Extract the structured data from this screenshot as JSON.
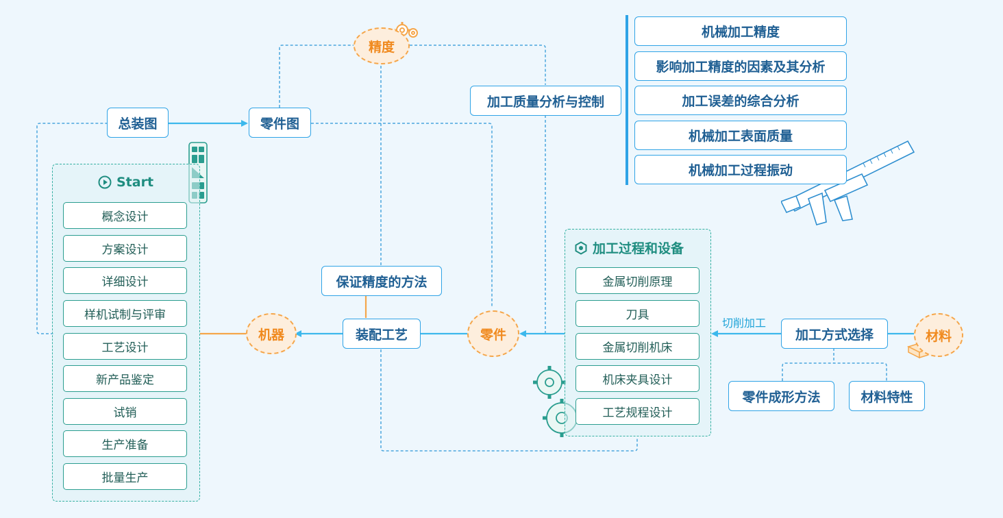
{
  "top_nodes": {
    "assembly_drawing": "总装图",
    "part_drawing": "零件图",
    "quality_control": "加工质量分析与控制",
    "accuracy_method": "保证精度的方法",
    "assembly_process": "装配工艺",
    "process_selection": "加工方式选择",
    "forming_method": "零件成形方法",
    "material_property": "材料特性"
  },
  "circles": {
    "precision": "精度",
    "machine": "机器",
    "part": "零件",
    "material": "材料"
  },
  "start_panel": {
    "title": "Start",
    "items": [
      "概念设计",
      "方案设计",
      "详细设计",
      "样机试制与评审",
      "工艺设计",
      "新产品鉴定",
      "试销",
      "生产准备",
      "批量生产"
    ]
  },
  "process_panel": {
    "title": "加工过程和设备",
    "items": [
      "金属切削原理",
      "刀具",
      "金属切削机床",
      "机床夹具设计",
      "工艺规程设计"
    ]
  },
  "quality_list": [
    "机械加工精度",
    "影响加工精度的因素及其分析",
    "加工误差的综合分析",
    "机械加工表面质量",
    "机械加工过程振动"
  ],
  "cutting_label": "切削加工",
  "colors": {
    "blue": "#2fa3e6",
    "arrow": "#3cb8ec",
    "teal": "#2a9d8f",
    "orange": "#f5a64a"
  }
}
